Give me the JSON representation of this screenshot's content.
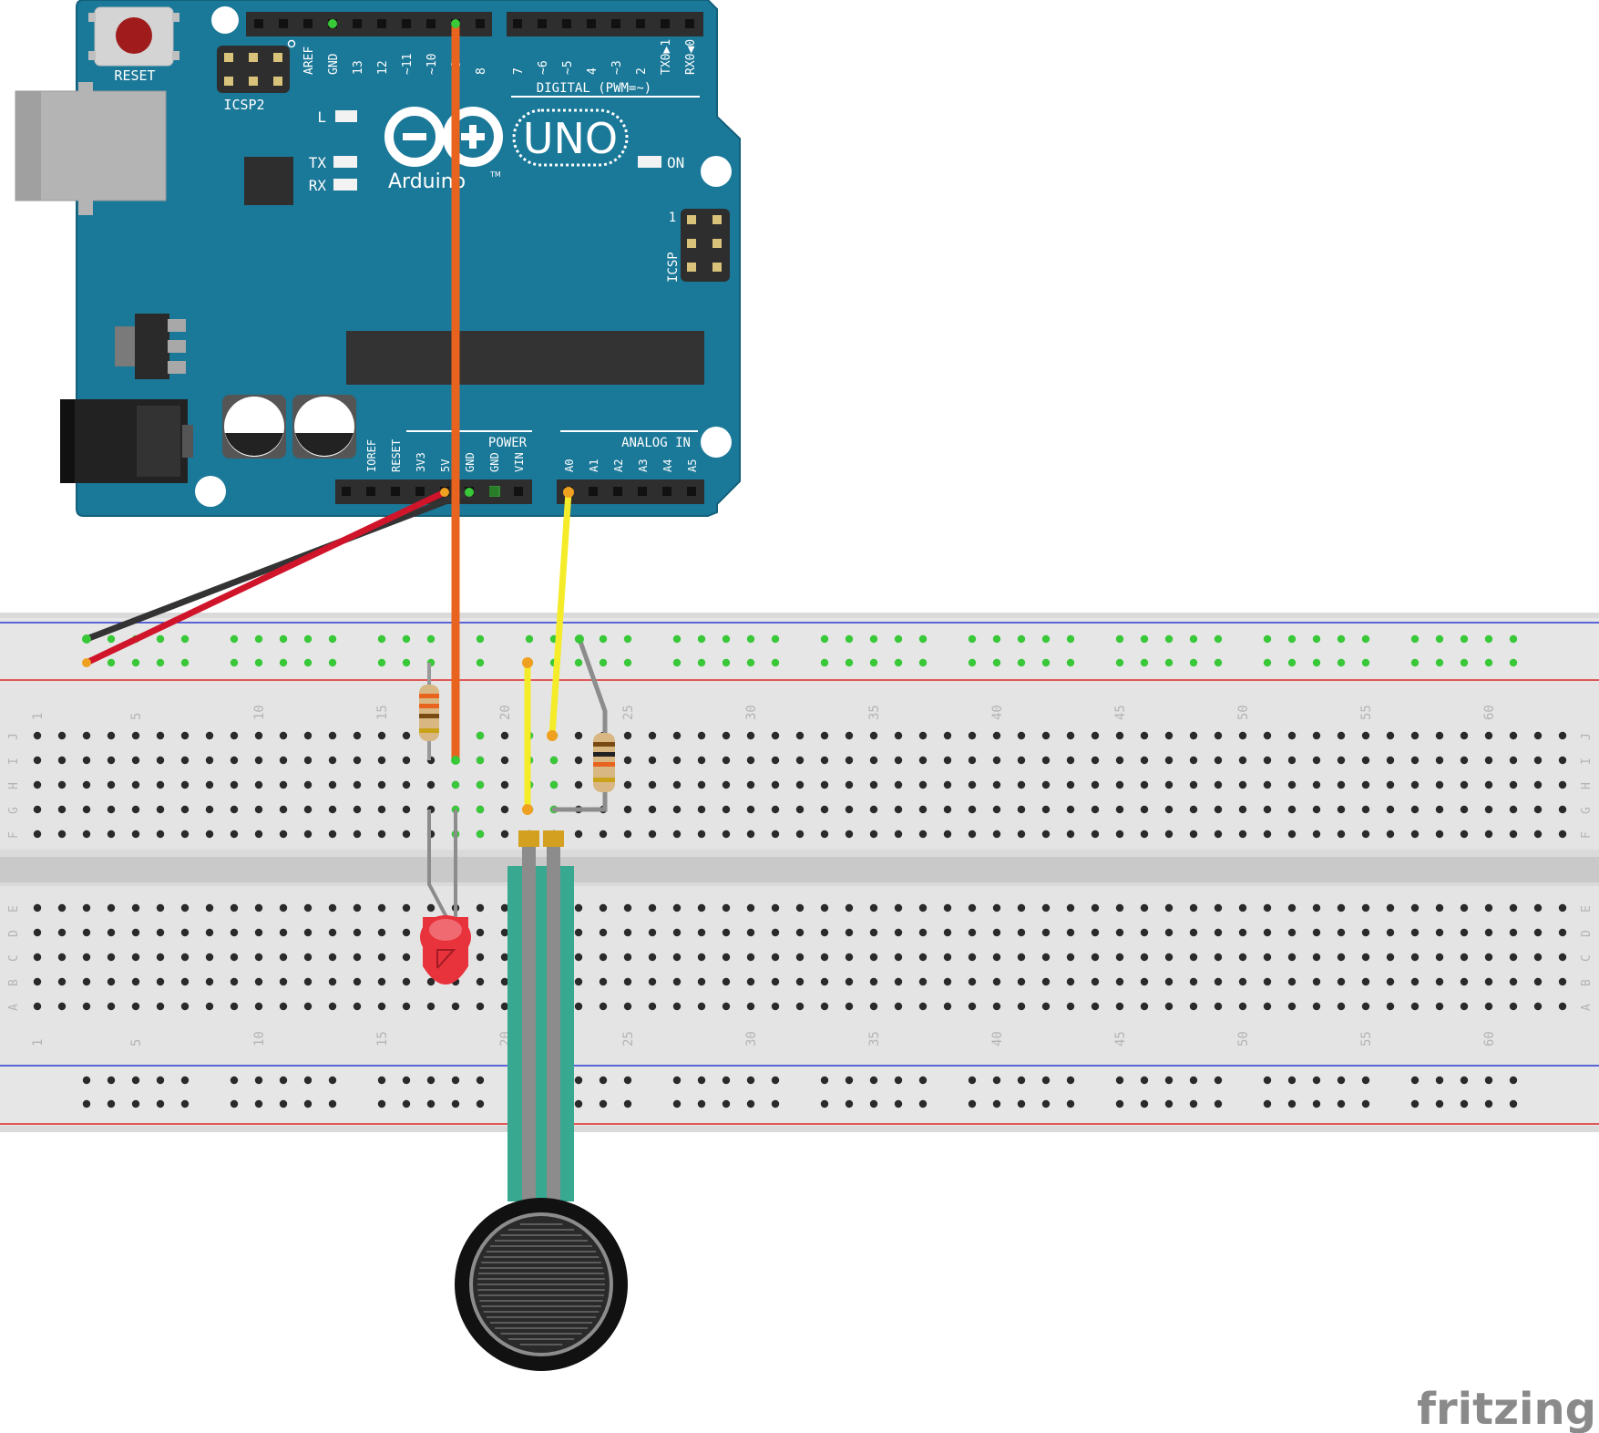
{
  "board": {
    "reset_label": "RESET",
    "icsp2_label": "ICSP2",
    "icsp_label": "ICSP",
    "icsp_pin1": "1",
    "digital_label": "DIGITAL (PWM=~)",
    "digital_pins": [
      "AREF",
      "GND",
      "13",
      "12",
      "~11",
      "~10",
      "~9",
      "8",
      "7",
      "~6",
      "~5",
      "4",
      "~3",
      "2",
      "TX0▶1",
      "RX0◀0"
    ],
    "power_label": "POWER",
    "power_pins": [
      "IOREF",
      "RESET",
      "3V3",
      "5V",
      "GND",
      "GND",
      "VIN"
    ],
    "analog_label": "ANALOG IN",
    "analog_pins": [
      "A0",
      "A1",
      "A2",
      "A3",
      "A4",
      "A5"
    ],
    "led_l": "L",
    "led_tx": "TX",
    "led_rx": "RX",
    "led_on": "ON",
    "model": "UNO",
    "brand": "Arduino",
    "brand_tm": "TM"
  },
  "breadboard": {
    "column_numbers": [
      "1",
      "5",
      "10",
      "15",
      "20",
      "25",
      "30",
      "35",
      "40",
      "45",
      "50",
      "55",
      "60"
    ],
    "upper_rows": [
      "J",
      "I",
      "H",
      "G",
      "F"
    ],
    "lower_rows": [
      "E",
      "D",
      "C",
      "B",
      "A"
    ]
  },
  "colors": {
    "board": "#1a7898",
    "wire_orange": "#e8641e",
    "wire_red": "#d0142a",
    "wire_black": "#333333",
    "wire_yellow": "#f4ec28",
    "wire_gray": "#8c8c8c",
    "led_red": "#e8323c",
    "sensor_teal": "#38a890"
  },
  "watermark": "fritzing"
}
